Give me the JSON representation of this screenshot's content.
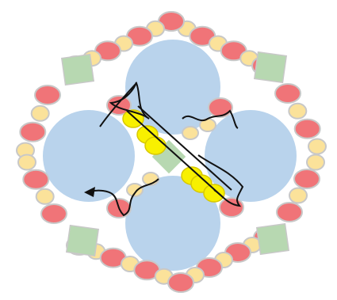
{
  "colors": {
    "background": "#ffffff",
    "lobe": "#b9d3ec",
    "red_bead": "#f07478",
    "yellow_bead": "#fbe29a",
    "square": "#b7d8b1",
    "bead_stroke": "#c8c8c8",
    "highlight": "#f8f000",
    "line": "#111111"
  },
  "figure": {
    "description_free": true,
    "ring_segments": 4,
    "lobes": 4,
    "corner_squares": 4,
    "highlighted_beads": 6
  }
}
